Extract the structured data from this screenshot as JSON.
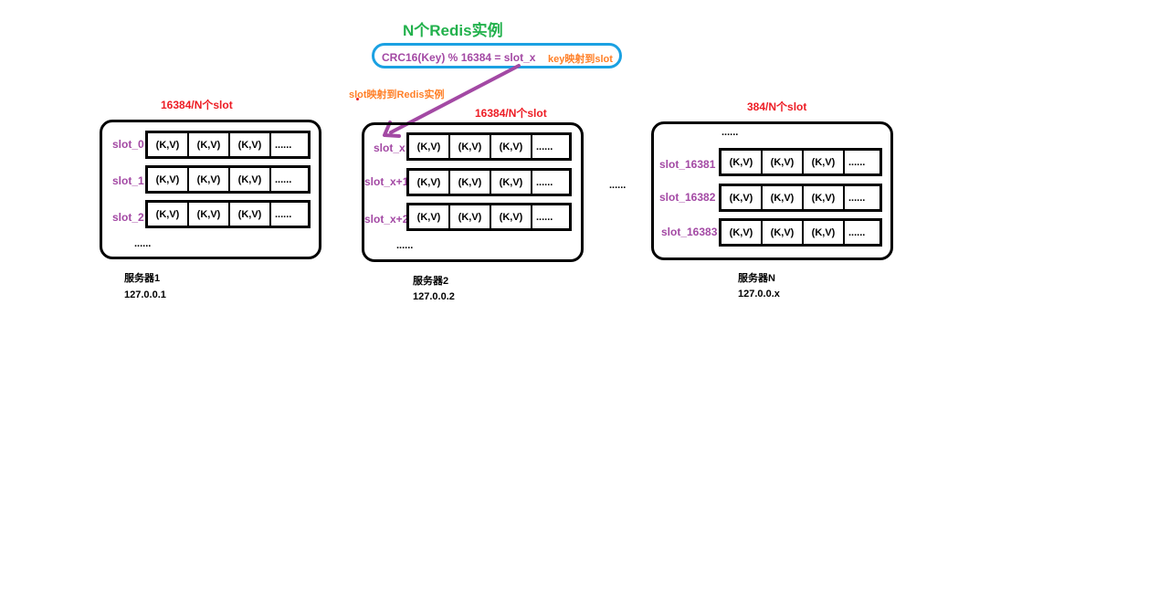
{
  "title": "N个Redis实例",
  "formula": "CRC16(Key) % 16384 = slot_x",
  "key_note": "key映射到slot",
  "slot_note": "slot映射到Redis实例",
  "between_dots": "......",
  "colors": {
    "title": "#22b14c",
    "formula": "#a349a4",
    "note": "#ff7f27",
    "count": "#ed1c24",
    "box_border": "#1ba1e2",
    "arrow": "#a349a4"
  },
  "servers": [
    {
      "count_label": "16384/N个slot",
      "rows": [
        {
          "slot": "slot_0",
          "cells": [
            "(K,V)",
            "(K,V)",
            "(K,V)",
            "......"
          ]
        },
        {
          "slot": "slot_1",
          "cells": [
            "(K,V)",
            "(K,V)",
            "(K,V)",
            "......"
          ]
        },
        {
          "slot": "slot_2",
          "cells": [
            "(K,V)",
            "(K,V)",
            "(K,V)",
            "......"
          ]
        }
      ],
      "more": "......",
      "name": "服务器1",
      "ip": "127.0.0.1"
    },
    {
      "count_label": "16384/N个slot",
      "rows": [
        {
          "slot": "slot_x",
          "cells": [
            "(K,V)",
            "(K,V)",
            "(K,V)",
            "......"
          ]
        },
        {
          "slot": "slot_x+1",
          "cells": [
            "(K,V)",
            "(K,V)",
            "(K,V)",
            "......"
          ]
        },
        {
          "slot": "slot_x+2",
          "cells": [
            "(K,V)",
            "(K,V)",
            "(K,V)",
            "......"
          ]
        }
      ],
      "more": "......",
      "name": "服务器2",
      "ip": "127.0.0.2"
    },
    {
      "count_label": "384/N个slot",
      "rows": [
        {
          "slot": "slot_16381",
          "cells": [
            "(K,V)",
            "(K,V)",
            "(K,V)",
            "......"
          ]
        },
        {
          "slot": "slot_16382",
          "cells": [
            "(K,V)",
            "(K,V)",
            "(K,V)",
            "......"
          ]
        },
        {
          "slot": "slot_16383",
          "cells": [
            "(K,V)",
            "(K,V)",
            "(K,V)",
            "......"
          ]
        }
      ],
      "more": "......",
      "name": "服务器N",
      "ip": "127.0.0.x"
    }
  ]
}
